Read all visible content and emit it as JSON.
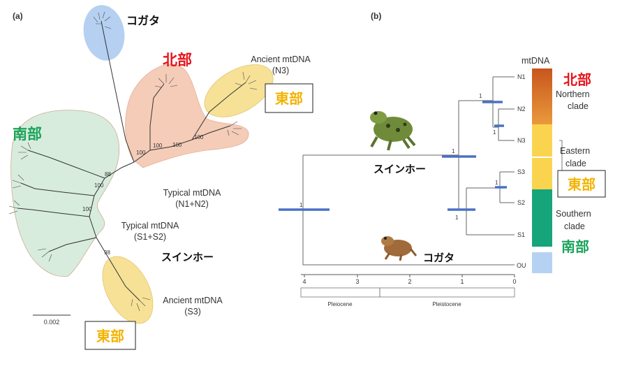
{
  "panel_a": {
    "panel_label": "(a)",
    "kogata": "コガタ",
    "hokubu": "北部",
    "nanbu": "南部",
    "toubu_n3": "東部",
    "toubu_s3": "東部",
    "suinho": "スインホー",
    "ancient_n3_line1": "Ancient mtDNA",
    "ancient_n3_line2": "(N3)",
    "typical_n_line1": "Typical mtDNA",
    "typical_n_line2": "(N1+N2)",
    "typical_s_line1": "Typical mtDNA",
    "typical_s_line2": "(S1+S2)",
    "ancient_s3_line1": "Ancient mtDNA",
    "ancient_s3_line2": "(S3)",
    "scale_value": "0.002",
    "bootstrap": {
      "b100a": "100",
      "b100b": "100",
      "b100c": "100",
      "b100d": "100",
      "b88": "88",
      "b100e": "100",
      "b100f": "100",
      "b98": "98"
    }
  },
  "panel_b": {
    "panel_label": "(b)",
    "mtdna_title": "mtDNA",
    "tips": {
      "n1": "N1",
      "n2": "N2",
      "n3": "N3",
      "s3": "S3",
      "s2": "S2",
      "s1": "S1",
      "ou": "OU"
    },
    "node_support": {
      "root": "1",
      "main": "1",
      "north": "1",
      "n2n3": "1",
      "south": "1",
      "s2s3": "1"
    },
    "axis_ticks": [
      "4",
      "3",
      "2",
      "1",
      "0"
    ],
    "epochs": {
      "pleiocene": "Pleiocene",
      "pleistocene": "Pleistocene"
    },
    "hokubu": "北部",
    "northern_line1": "Northern",
    "northern_line2": "clade",
    "eastern_line1": "Eastern",
    "eastern_line2": "clade",
    "toubu": "東部",
    "southern_line1": "Southern",
    "southern_line2": "clade",
    "nanbu": "南部",
    "suinho": "スインホー",
    "kogata": "コガタ"
  },
  "colors": {
    "north_clade": "#d2691e",
    "east_clade": "#f7d24a",
    "south_clade": "#1aa87a",
    "ou_clade": "#a9c8ef",
    "red_label": "#e8141b",
    "yellow_label": "#f3b300",
    "green_label": "#1aa35a",
    "node_bar": "#4a72c4"
  }
}
